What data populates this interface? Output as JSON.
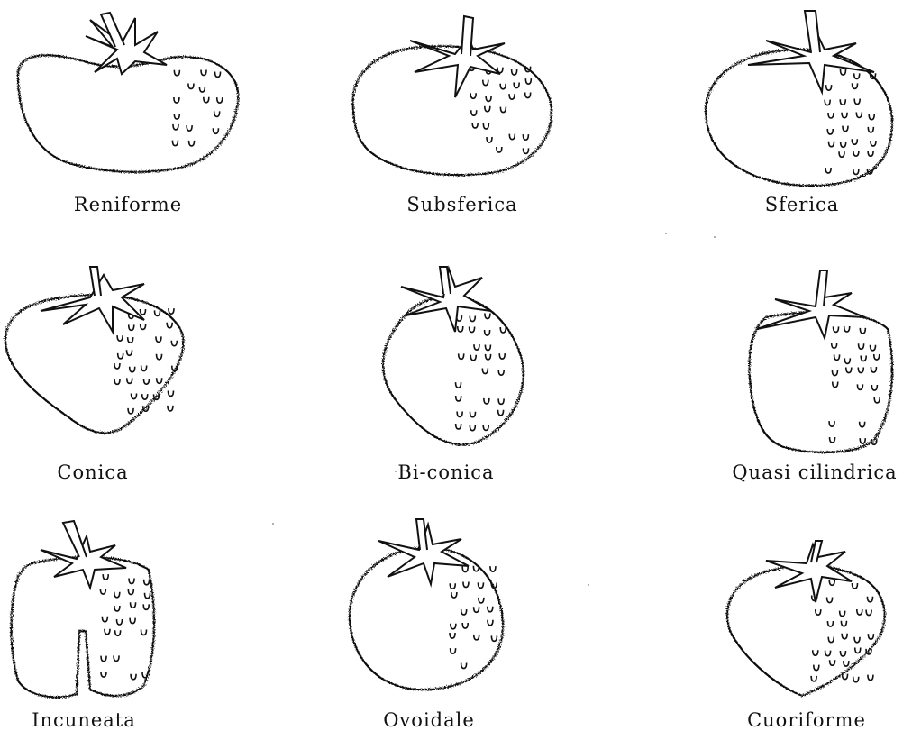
{
  "figure": {
    "shapes": [
      {
        "label": "Reniforme"
      },
      {
        "label": "Subsferica"
      },
      {
        "label": "Sferica"
      },
      {
        "label": "Conica"
      },
      {
        "label": "Bi-conica"
      },
      {
        "label": "Quasi cilindrica"
      },
      {
        "label": "Incuneata"
      },
      {
        "label": "Ovoidale"
      },
      {
        "label": "Cuoriforme"
      }
    ]
  }
}
